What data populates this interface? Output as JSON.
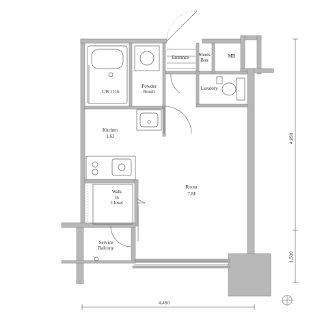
{
  "rooms": {
    "entrance": "Entrance",
    "shoes_box_line1": "Shoes",
    "shoes_box_line2": "Box",
    "mb": "MB",
    "ub": "UB 1116",
    "powder_line1": "Powder",
    "powder_line2": "Room",
    "lavatory": "Lavatory",
    "kitchen_line1": "Kitchen",
    "kitchen_line2": "1.6J",
    "room_line1": "Room",
    "room_line2": "7.8J",
    "closet_line1": "Walk",
    "closet_line2": "in",
    "closet_line3": "Closet",
    "balcony_line1": "Service",
    "balcony_line2": "Balcony"
  },
  "dimensions": {
    "width": "4,450",
    "height_upper": "4,950",
    "height_lower": "1,500"
  },
  "icons": {
    "compass": "north-arrow-icon"
  }
}
